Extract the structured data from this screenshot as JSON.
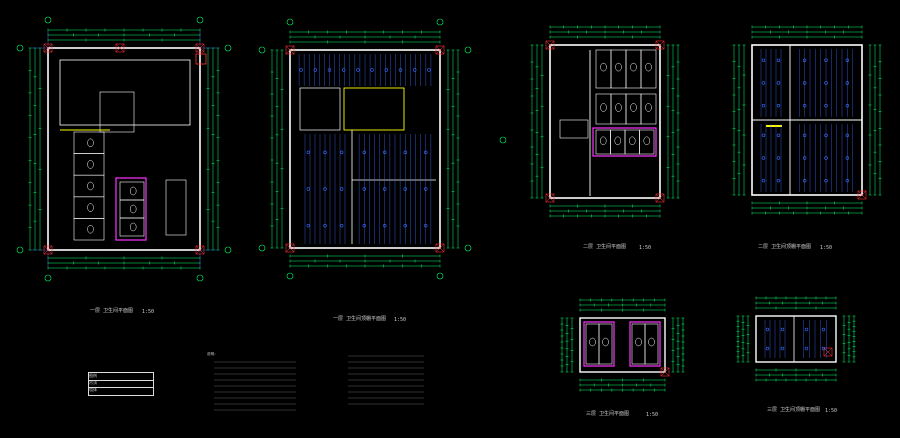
{
  "drawings": {
    "plan_1": {
      "title": "一层  卫生间平面图",
      "scale": "1:50"
    },
    "plan_2": {
      "title": "一层  卫生间顶棚平面图",
      "scale": "1:50"
    },
    "plan_3": {
      "title": "二层  卫生间平面图",
      "scale": "1:50"
    },
    "plan_4": {
      "title": "二层  卫生间顶棚平面图",
      "scale": "1:50"
    },
    "plan_5": {
      "title": "三层  卫生间平面图",
      "scale": "1:50"
    },
    "plan_6": {
      "title": "三层  卫生间顶棚平面图",
      "scale": "1:50"
    }
  },
  "legend": {
    "header": "图例",
    "row_1": "吊顶",
    "row_2": "墙体"
  },
  "notes": {
    "heading": "说明："
  },
  "colors": {
    "wall": "#ffffff",
    "grid": "#3a6bff",
    "dim": "#00ff66",
    "fixture": "#ff33ff",
    "accent": "#ffff00",
    "hatch": "#ff3333"
  }
}
